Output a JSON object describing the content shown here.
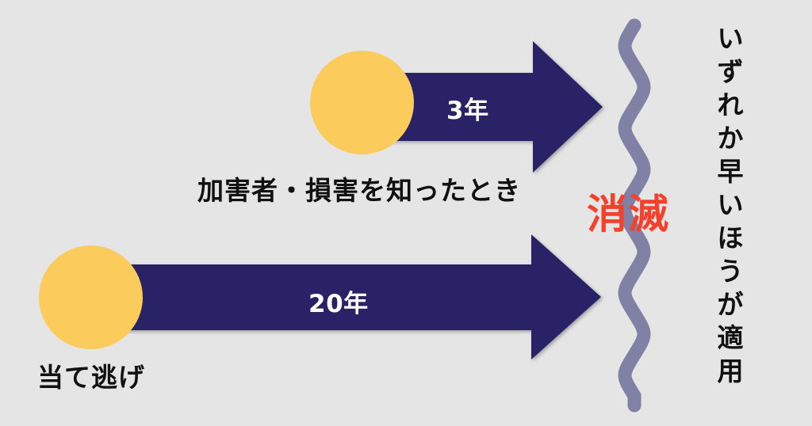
{
  "diagram": {
    "title_text_present": false,
    "background_color": "#e5e5e5",
    "colors": {
      "arrow_navy": "#2a2466",
      "circle_yellow": "#fbcb5b",
      "wave_purple": "#8180a5",
      "extinction_red": "#f4412d",
      "label_white": "#ffffff",
      "caption_black": "#111111"
    },
    "tracks": [
      {
        "id": "upper",
        "start_marker": "yellow-circle",
        "duration_label": "3年",
        "start_caption": "加害者・損害を知ったとき"
      },
      {
        "id": "lower",
        "start_marker": "yellow-circle",
        "duration_label": "20年",
        "start_caption": "当て逃げ"
      }
    ],
    "barrier": {
      "name": "wavy-divider",
      "label": "消滅"
    },
    "note": {
      "orientation": "vertical",
      "text": "いずれか早いほうが適用",
      "chars": [
        "い",
        "ず",
        "れ",
        "か",
        "早",
        "い",
        "ほ",
        "う",
        "が",
        "適",
        "用"
      ]
    }
  }
}
